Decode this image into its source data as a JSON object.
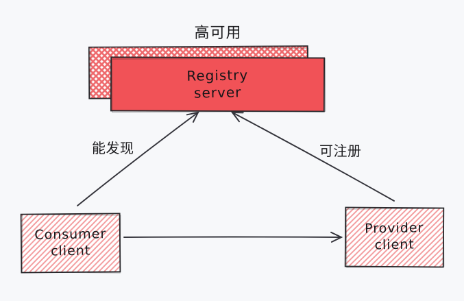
{
  "title": {
    "text": "高可用"
  },
  "nodes": {
    "registry": {
      "label": "Registry\nserver",
      "fill_style": "solid"
    },
    "registry_shadow": {
      "fill_style": "cross-hatch"
    },
    "consumer": {
      "label": "Consumer\nclient",
      "fill_style": "hatch"
    },
    "provider": {
      "label": "Provider\nclient",
      "fill_style": "hatch"
    }
  },
  "edges": {
    "discover": {
      "label": "能发现",
      "from": "consumer",
      "to": "registry"
    },
    "register": {
      "label": "可注册",
      "from": "provider",
      "to": "registry"
    },
    "invoke": {
      "from": "consumer",
      "to": "provider"
    }
  },
  "colors": {
    "background": "#f7f8fa",
    "red_fill": "#f15257",
    "hatch_pink": "#f39b9d",
    "crosshatch_red": "#ee686b",
    "stroke_dark": "#27272a",
    "arrow": "#33333a",
    "text": "#17171a"
  }
}
